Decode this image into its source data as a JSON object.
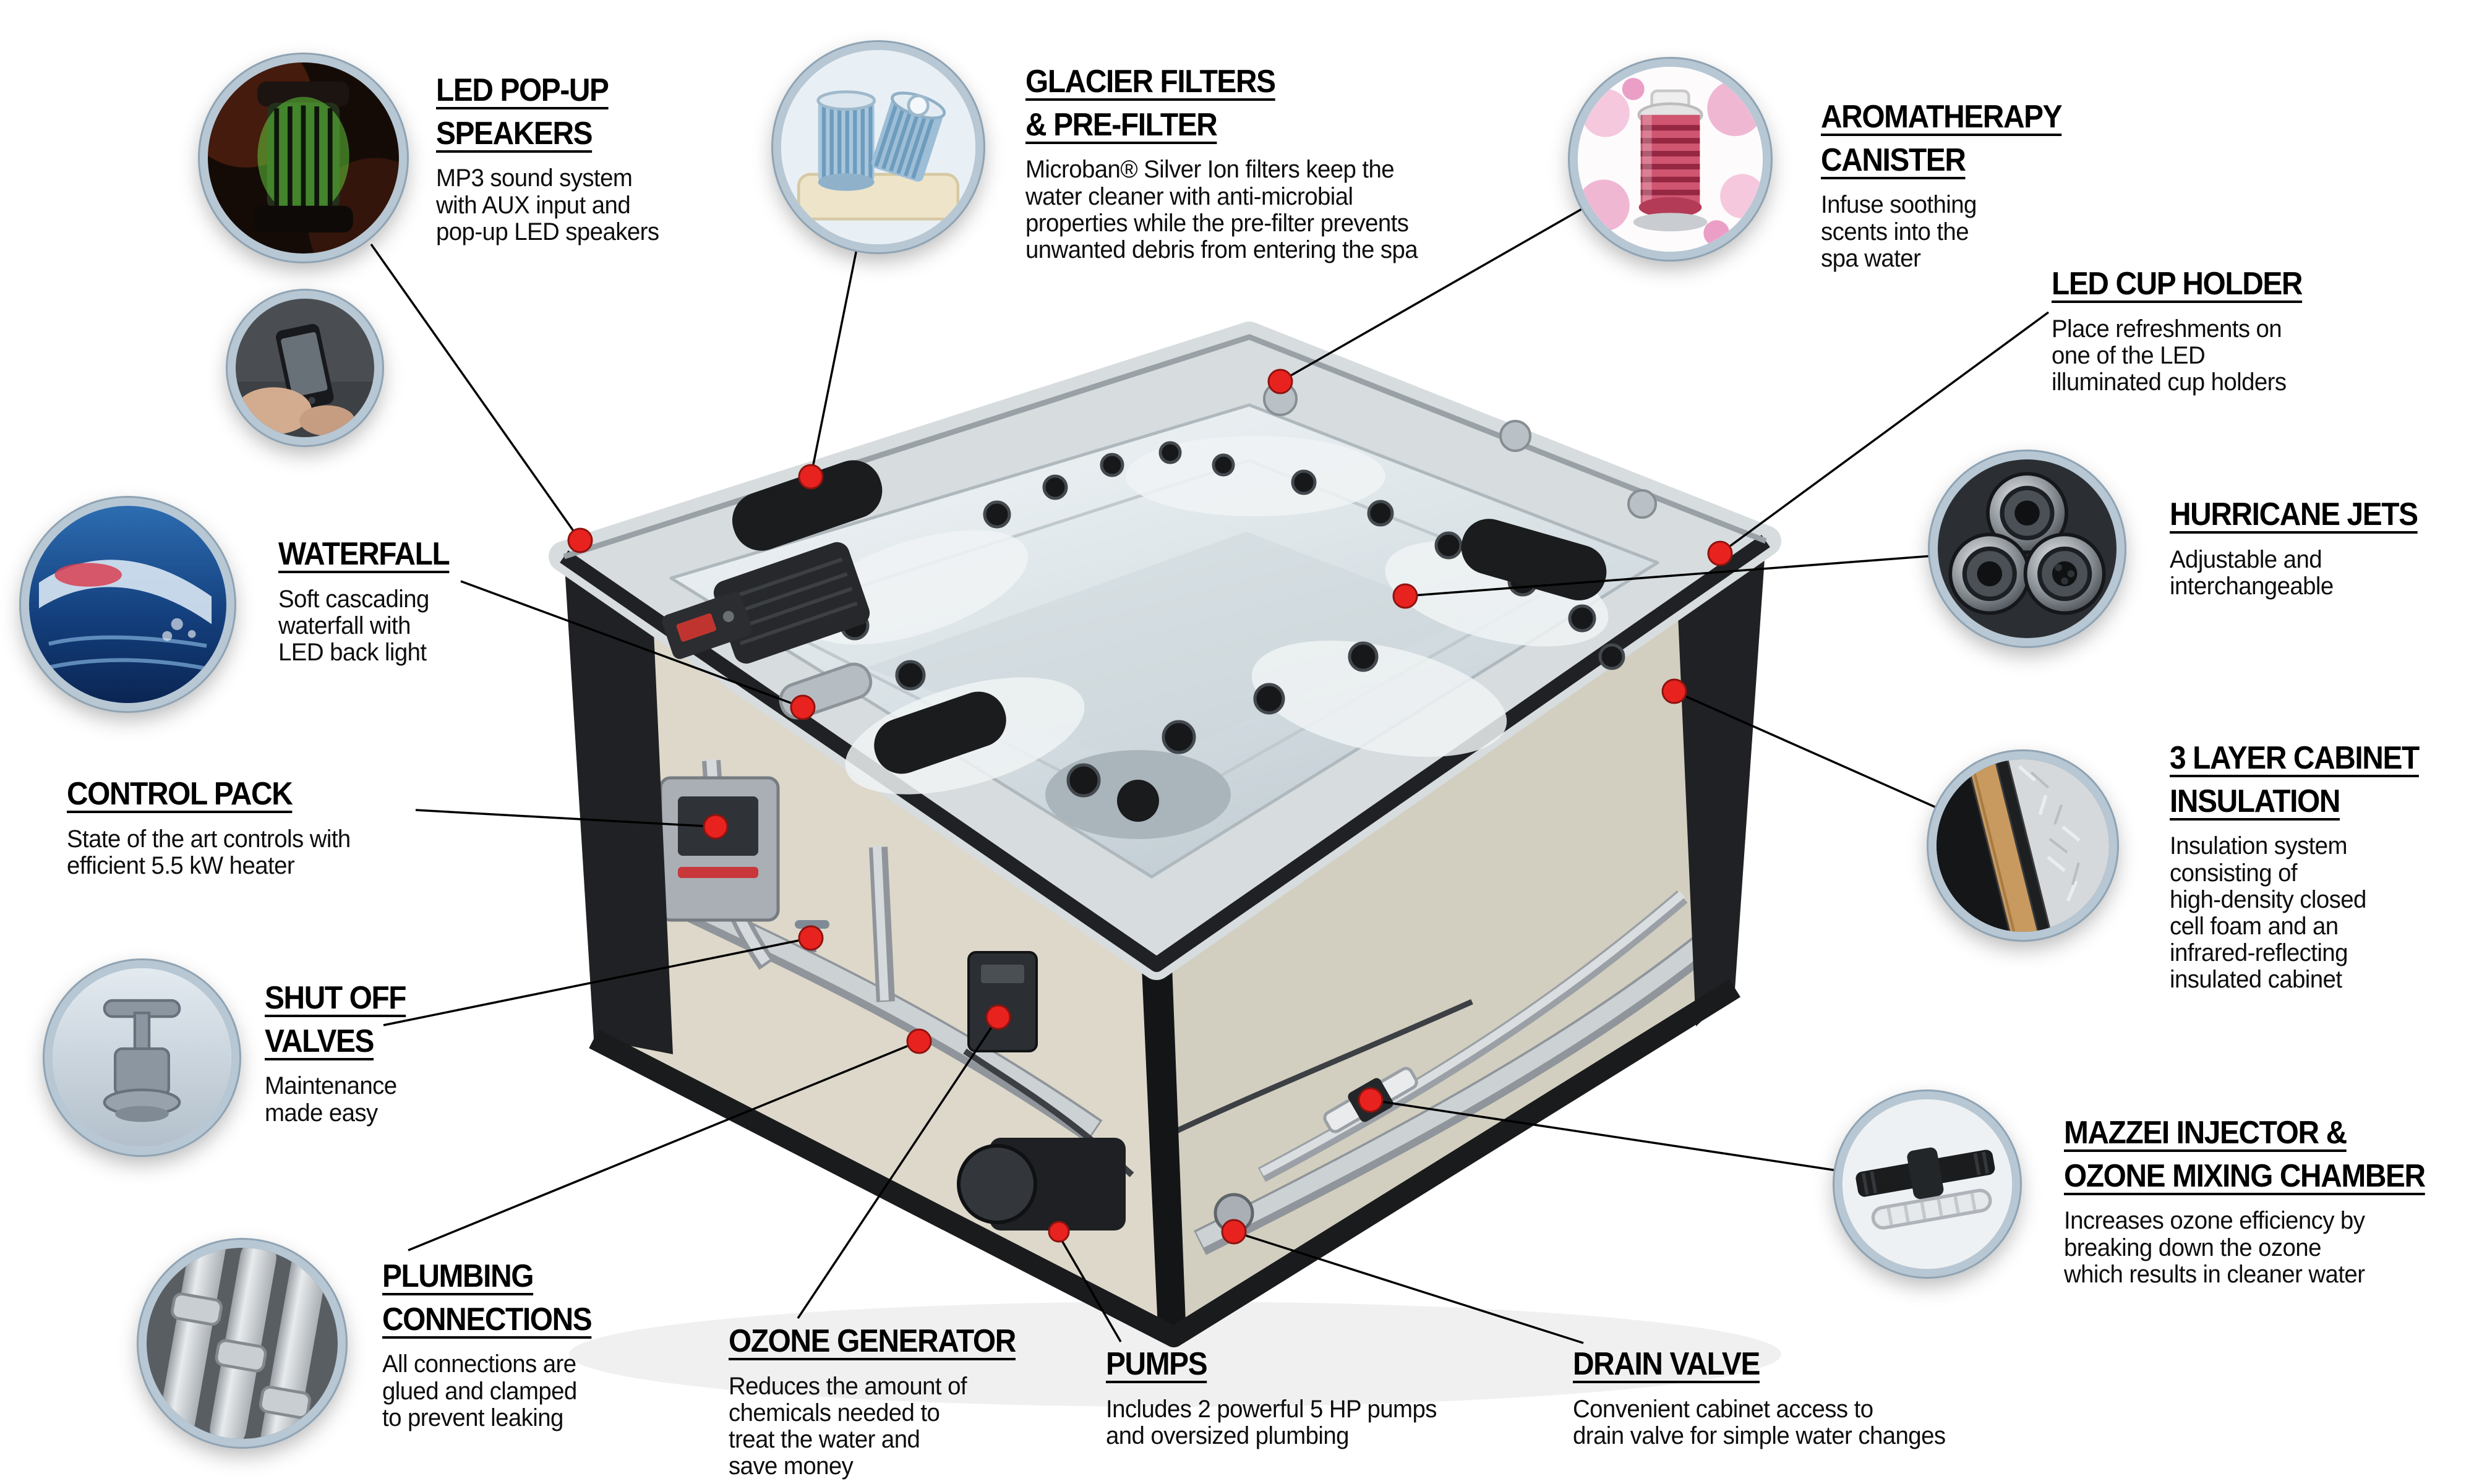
{
  "colors": {
    "background": "#ffffff",
    "accent_red_dot": "#e8231f",
    "callout_line": "#000000",
    "photo_ring": "#b7c7d4",
    "title_text": "#000000",
    "body_text": "#0d0d0d"
  },
  "callouts": [
    {
      "id": "led-speakers",
      "title": "LED POP-UP\nSPEAKERS",
      "body": "MP3 sound system\nwith AUX input and\npop-up LED speakers"
    },
    {
      "id": "glacier-filters",
      "title": "GLACIER FILTERS\n& PRE-FILTER",
      "body": "Microban® Silver Ion filters keep the\nwater cleaner with anti-microbial\nproperties while the pre-filter prevents\nunwanted debris from entering the spa"
    },
    {
      "id": "aromatherapy-canister",
      "title": "AROMATHERAPY\nCANISTER",
      "body": "Infuse soothing\nscents into the\nspa water"
    },
    {
      "id": "led-cup-holder",
      "title": "LED CUP HOLDER",
      "body": "Place refreshments on\none of the LED\nilluminated cup holders"
    },
    {
      "id": "hurricane-jets",
      "title": "HURRICANE JETS",
      "body": "Adjustable and\ninterchangeable"
    },
    {
      "id": "cabinet-insulation",
      "title": "3 LAYER CABINET\nINSULATION",
      "body": "Insulation system\nconsisting of\nhigh-density closed\ncell foam and an\ninfrared-reflecting\ninsulated cabinet"
    },
    {
      "id": "mazzei-injector",
      "title": "MAZZEI INJECTOR &\nOZONE MIXING CHAMBER",
      "body": "Increases ozone efficiency by\nbreaking down the ozone\nwhich results in cleaner water"
    },
    {
      "id": "drain-valve",
      "title": "DRAIN VALVE",
      "body": "Convenient cabinet access to\ndrain valve for simple water changes"
    },
    {
      "id": "pumps",
      "title": "PUMPS",
      "body": "Includes 2 powerful 5 HP pumps\nand oversized plumbing"
    },
    {
      "id": "ozone-generator",
      "title": "OZONE GENERATOR",
      "body": "Reduces the amount of\nchemicals needed to\ntreat the water and\nsave money"
    },
    {
      "id": "plumbing-connections",
      "title": "PLUMBING\nCONNECTIONS",
      "body": "All connections are\nglued and clamped\nto prevent leaking"
    },
    {
      "id": "shut-off-valves",
      "title": "SHUT OFF\nVALVES",
      "body": "Maintenance\nmade easy"
    },
    {
      "id": "control-pack",
      "title": "CONTROL PACK",
      "body": "State of the art controls with\nefficient 5.5 kW heater"
    },
    {
      "id": "waterfall",
      "title": "WATERFALL",
      "body": "Soft cascading\nwaterfall with\nLED back light"
    }
  ]
}
